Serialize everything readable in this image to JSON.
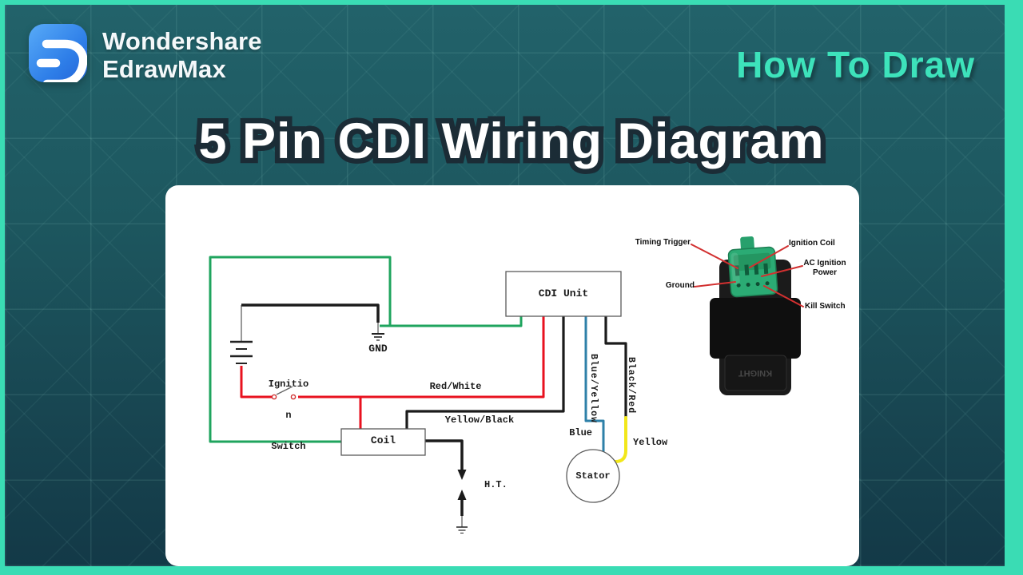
{
  "header": {
    "brand_line1": "Wondershare",
    "brand_line2": "EdrawMax",
    "kicker": "How To Draw",
    "title": "5 Pin CDI Wiring Diagram"
  },
  "diagram": {
    "cdi_unit": "CDI Unit",
    "gnd": "GND",
    "ignition_switch_lines": [
      "Ignitio",
      "n",
      "Switch"
    ],
    "coil": "Coil",
    "red_white": "Red/White",
    "yellow_black": "Yellow/Black",
    "blue_yellow": "Blue/Yellow",
    "black_red": "Black/Red",
    "blue": "Blue",
    "yellow": "Yellow",
    "stator": "Stator",
    "ht": "H.T."
  },
  "photo": {
    "timing_trigger": "Timing Trigger",
    "ignition_coil": "Ignition Coil",
    "ac_ignition_line1": "AC Ignition",
    "ac_ignition_line2": "Power",
    "ground": "Ground",
    "kill_switch": "Kill Switch",
    "unit_brand": "KNIGHT"
  },
  "colors": {
    "accent_mint": "#3adcb4",
    "background_teal": "#1c565e",
    "logo_blue": "#2e7ee8",
    "wire_red": "#e8121f",
    "wire_green": "#1fa45e",
    "wire_blue": "#2e80a8",
    "wire_yellow": "#f2e71a",
    "leader_red": "#d23030"
  }
}
